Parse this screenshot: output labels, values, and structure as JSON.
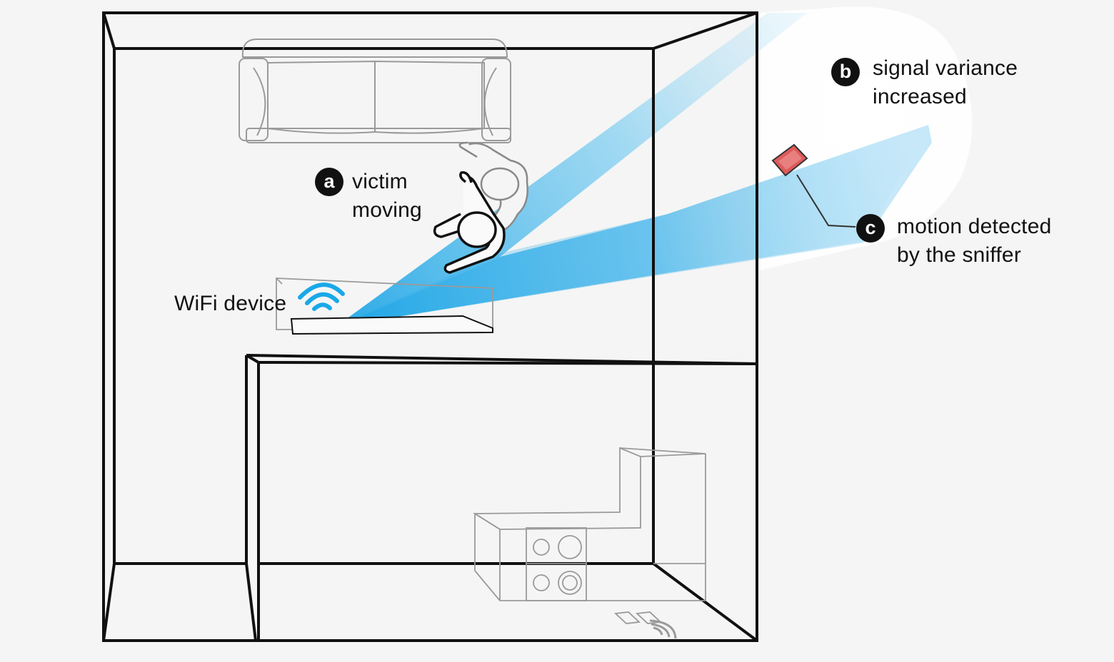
{
  "annotations": {
    "a": {
      "marker": "a",
      "line1": "victim",
      "line2": "moving"
    },
    "b": {
      "marker": "b",
      "line1": "signal variance",
      "line2": "increased"
    },
    "c": {
      "marker": "c",
      "line1": "motion detected",
      "line2": "by the sniffer"
    }
  },
  "wifi_device": {
    "label": "WiFi device"
  },
  "icons": {
    "wifi": "wifi-icon",
    "sniffer": "phone-icon",
    "person": "person-icon",
    "sofa": "sofa-icon",
    "stove": "stove-icon"
  },
  "colors": {
    "signal": "#1fa6e6",
    "wifi_icon": "#19a8e8",
    "sniffer": "#e05a5a",
    "outline": "#111111",
    "furniture": "#9a9a9a",
    "background": "#f5f5f5"
  }
}
